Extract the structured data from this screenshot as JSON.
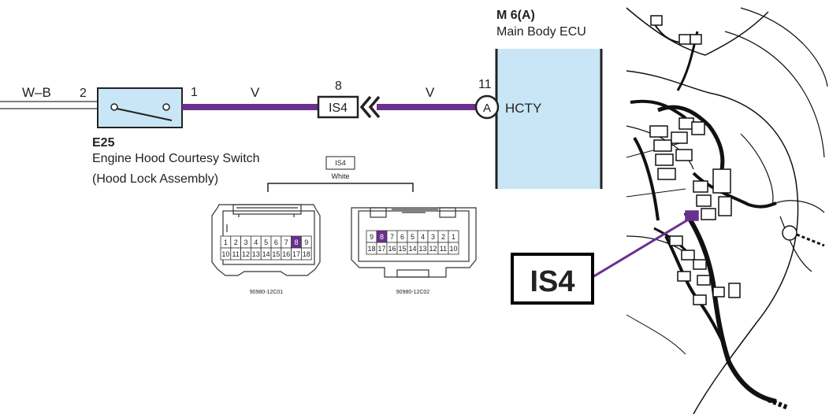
{
  "colors": {
    "violet_wire": "#6b2f8f",
    "component_fill": "#c8e6f5",
    "highlight_pin": "#6b2f8f"
  },
  "left_wire": {
    "color_code": "W–B",
    "pin": "2"
  },
  "switch": {
    "code": "E25",
    "name": "Engine Hood Courtesy Switch",
    "subname": "(Hood Lock Assembly)",
    "pin_out": "1"
  },
  "wire_segment_1": {
    "color_code": "V"
  },
  "connector": {
    "label": "IS4",
    "pin": "8"
  },
  "wire_segment_2": {
    "color_code": "V"
  },
  "ecu": {
    "code": "M 6(A)",
    "name": "Main Body ECU",
    "pin": "11",
    "connector_letter": "A",
    "signal": "HCTY"
  },
  "connector_view": {
    "title": "IS4",
    "color": "White",
    "left": {
      "part_number": "90980-12C01",
      "row1": [
        "1",
        "2",
        "3",
        "4",
        "5",
        "6",
        "7",
        "8",
        "9"
      ],
      "row2": [
        "10",
        "11",
        "12",
        "13",
        "14",
        "15",
        "16",
        "17",
        "18"
      ],
      "highlight": "8"
    },
    "right": {
      "part_number": "90980-12C02",
      "row1": [
        "9",
        "8",
        "7",
        "6",
        "5",
        "4",
        "3",
        "2",
        "1"
      ],
      "row2": [
        "18",
        "17",
        "16",
        "15",
        "14",
        "13",
        "12",
        "11",
        "10"
      ],
      "highlight": "8"
    }
  },
  "location": {
    "callout": "IS4"
  }
}
